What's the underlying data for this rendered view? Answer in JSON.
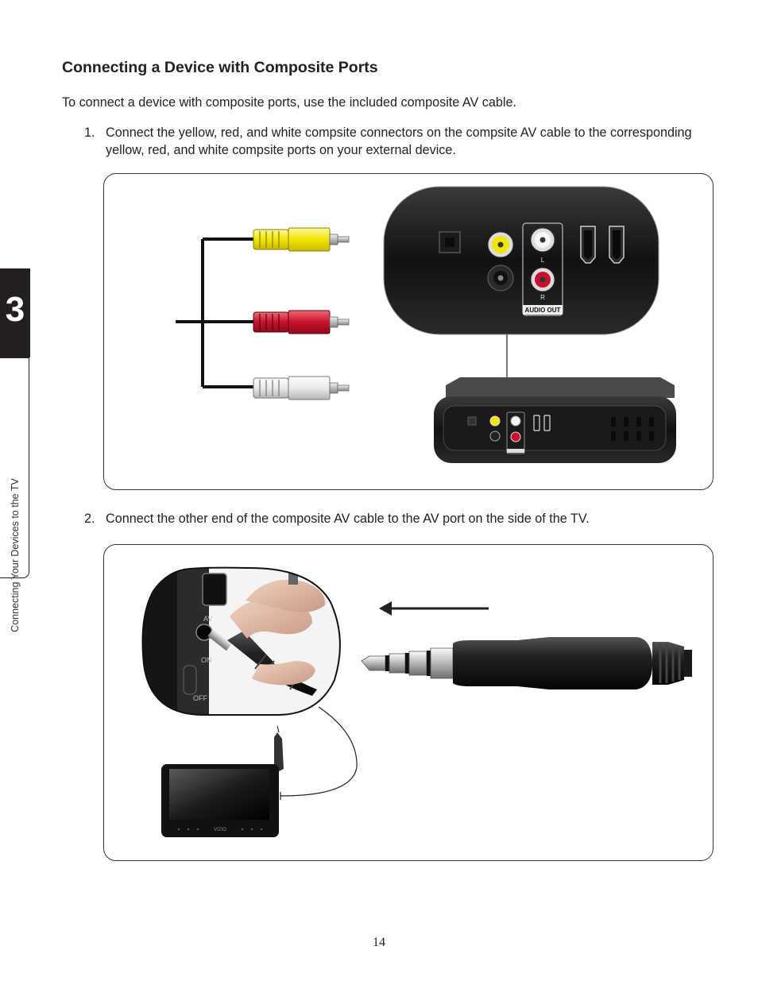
{
  "chapter": {
    "number": "3",
    "label": "Connecting Your Devices to the TV"
  },
  "section": {
    "title": "Connecting a Device with Composite Ports",
    "intro": "To connect a device with composite ports, use the included composite AV cable."
  },
  "steps": [
    {
      "number": "1.",
      "text": "Connect the yellow, red, and white compsite connectors on the compsite AV cable to the corresponding yellow, red, and white compsite ports on your external device."
    },
    {
      "number": "2.",
      "text": "Connect the other end of the composite AV cable to the AV port on the side of the TV."
    }
  ],
  "figure1": {
    "port_labels": {
      "left": "L",
      "right": "R",
      "audio_out": "AUDIO OUT"
    },
    "connector_colors": {
      "yellow": "#f2e600",
      "red": "#c8102e",
      "white": "#e9e9e9"
    }
  },
  "figure2": {
    "tv_port_labels": {
      "av": "AV",
      "on": "ON",
      "off": "OFF"
    },
    "tv_brand": "VIZIO"
  },
  "page_number": "14"
}
